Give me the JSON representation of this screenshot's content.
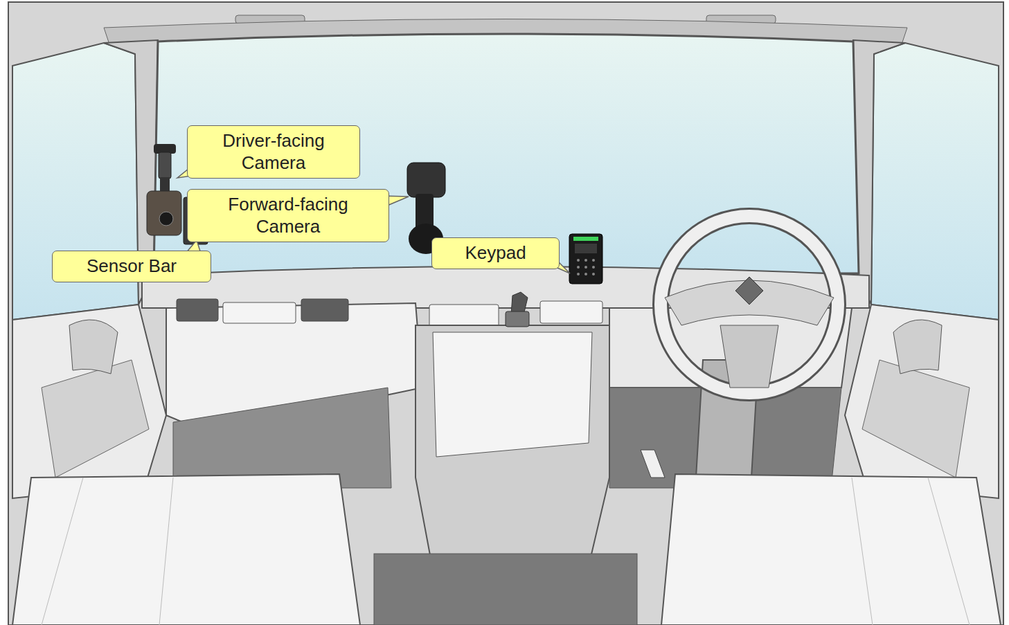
{
  "diagram": {
    "nodes": [
      {
        "text": [
          "Driver-facing Camera"
        ]
      },
      {
        "text": [
          "Forward-facing Camera"
        ]
      },
      {
        "text": [
          "Keypad"
        ]
      },
      {
        "text": [
          "Sensor Bar"
        ]
      }
    ]
  }
}
